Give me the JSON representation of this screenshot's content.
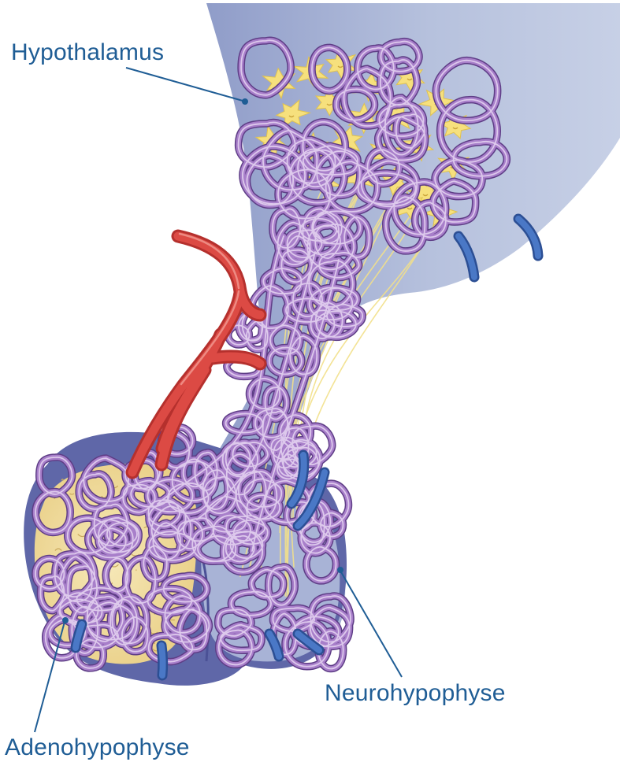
{
  "labels": {
    "hypothalamus": "Hypothalamus",
    "neurohypophyse": "Neurohypophyse",
    "adenohypophyse": "Adenohypophyse"
  },
  "colors": {
    "tissue": "#b3bedb",
    "tissue_dark": "#8f9cc7",
    "capsule": "#5e66a8",
    "vessel_purple": "#a47ac4",
    "vessel_highlight": "#e2d2f0",
    "artery_red": "#d8433f",
    "vein_blue": "#3d67b3",
    "neuron_yellow": "#f6e07d",
    "gland_cream": "#f3e0a2",
    "label_blue": "#1f5d95"
  }
}
